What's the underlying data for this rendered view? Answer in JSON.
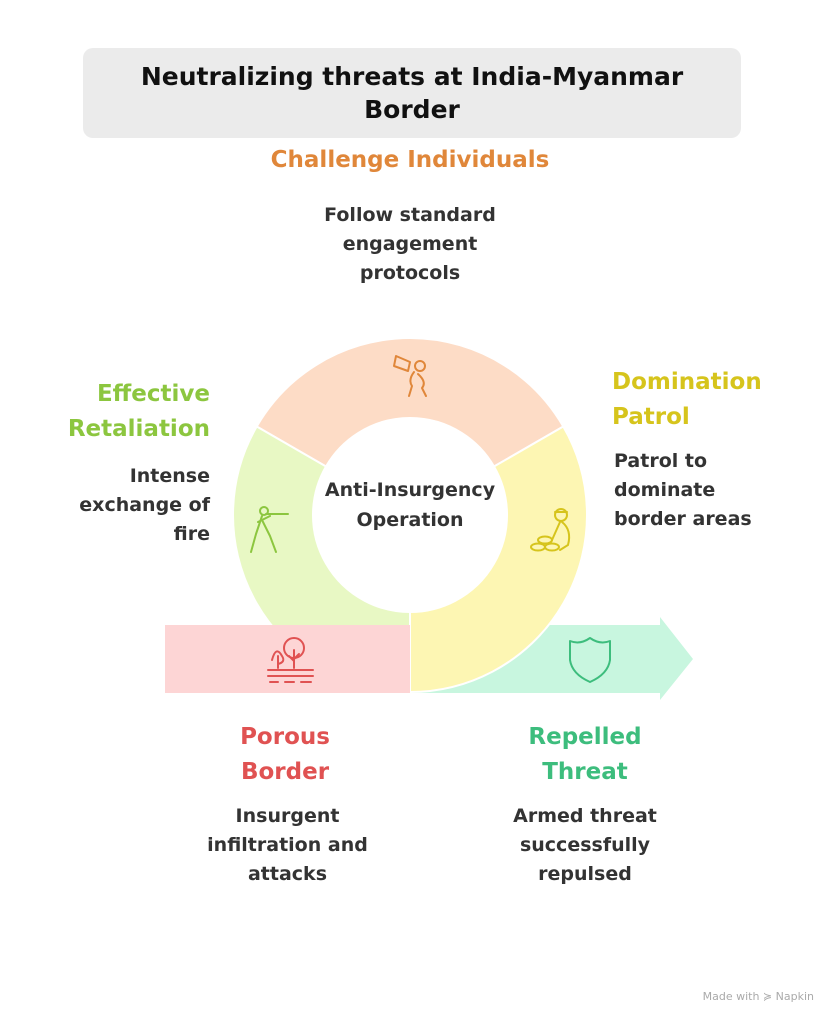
{
  "title": "Neutralizing threats at India-Myanmar Border",
  "center": "Anti-Insurgency Operation",
  "stages": {
    "challenge": {
      "title": "Challenge Individuals",
      "desc": "Follow standard engagement protocols",
      "color": "#e0873a",
      "fill": "#fddcc6",
      "icon": "megaphone-person-icon"
    },
    "domination": {
      "title": "Domination Patrol",
      "desc": "Patrol to dominate border areas",
      "color": "#d6c41c",
      "fill": "#fdf6b3",
      "icon": "soldier-sandbags-icon"
    },
    "retaliation": {
      "title": "Effective Retaliation",
      "desc": "Intense exchange of fire",
      "color": "#8cc63f",
      "fill": "#e8f8c4",
      "icon": "rifleman-icon"
    },
    "porous": {
      "title": "Porous Border",
      "desc": "Insurgent infiltration and attacks",
      "color": "#e05252",
      "fill": "#fdd5d5",
      "icon": "trees-icon"
    },
    "repelled": {
      "title": "Repelled Threat",
      "desc": "Armed threat successfully repulsed",
      "color": "#3dbd7d",
      "fill": "#c8f6df",
      "icon": "shield-icon"
    }
  },
  "footer": "Made with ≽ Napkin"
}
